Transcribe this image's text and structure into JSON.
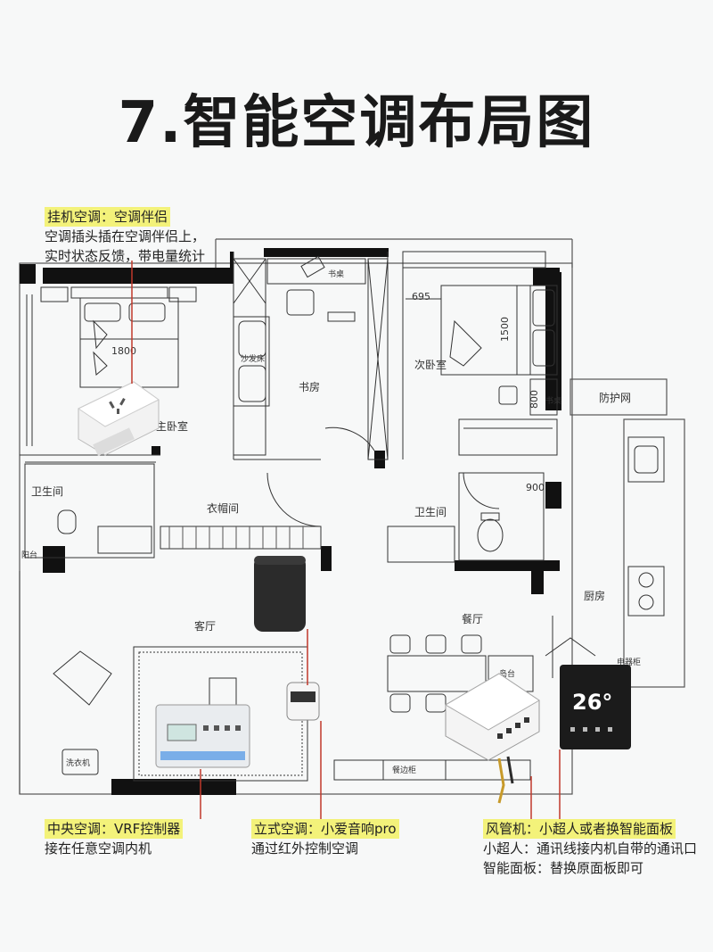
{
  "title": "7.智能空调布局图",
  "notes": {
    "wall_ac": {
      "heading": "挂机空调：空调伴侣",
      "lines": [
        "空调插头插在空调伴侣上，",
        "实时状态反馈，带电量统计"
      ]
    },
    "central_ac": {
      "heading": "中央空调：VRF控制器",
      "lines": [
        "接在任意空调内机"
      ]
    },
    "standing_ac": {
      "heading": "立式空调：小爱音响pro",
      "lines": [
        "通过红外控制空调"
      ]
    },
    "fan_coil": {
      "heading": "风管机：小超人或者换智能面板",
      "lines": [
        "小超人：通讯线接内机自带的通讯口",
        "智能面板：替换原面板即可"
      ]
    }
  },
  "rooms": {
    "master_bedroom": "主卧室",
    "study": "书房",
    "second_bedroom": "次卧室",
    "bathroom_left": "卫生间",
    "bathroom_right": "卫生间",
    "cloakroom": "衣帽间",
    "living_room": "客厅",
    "dining_room": "餐厅",
    "kitchen": "厨房",
    "protective_net": "防护网",
    "desk_study": "书桌",
    "desk_bedroom": "书桌",
    "sofa_bed": "沙发床",
    "island": "岛台",
    "laundry": "洗衣机",
    "sideboard": "餐边柜",
    "balcony": "阳台",
    "electric": "电器柜"
  },
  "dimensions": {
    "d1800": "1800",
    "d695": "695",
    "d1500": "1500",
    "d800": "800",
    "d900": "900"
  },
  "panel_display": "26°",
  "colors": {
    "wall": "#111111",
    "leader": "#c0392b",
    "highlight": "#f3f27a"
  }
}
